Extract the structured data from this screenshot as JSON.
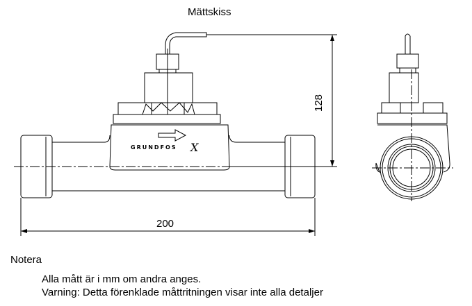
{
  "title": "Mättskiss",
  "dimensions": {
    "height": "128",
    "width": "200"
  },
  "logo_text": "GRUNDFOS",
  "notes": {
    "heading": "Notera",
    "lines": [
      "Alla mått är i mm om andra anges.",
      "Varning: Detta förenklade måttritningen visar inte alla detaljer"
    ]
  }
}
